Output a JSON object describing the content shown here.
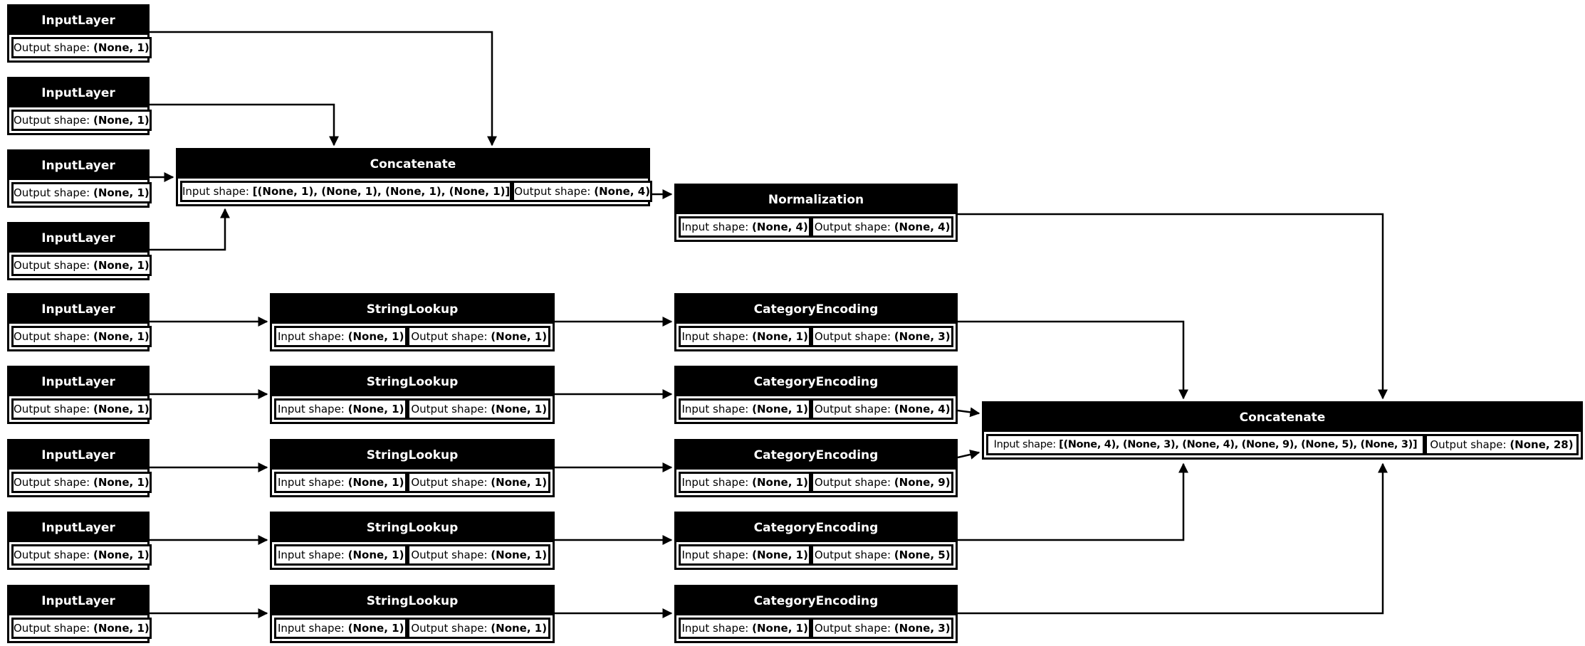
{
  "diagram": {
    "kind": "keras-model-architecture",
    "colors": {
      "node_fill": "#000000",
      "node_title_text": "#ffffff",
      "cell_fill": "#ffffff",
      "cell_text": "#000000",
      "edge_color": "#000000",
      "background": "#ffffff"
    },
    "nodes": {
      "il1": {
        "title": "InputLayer",
        "cells": [
          {
            "label": "Output shape: ",
            "value": "(None, 1)"
          }
        ]
      },
      "il2": {
        "title": "InputLayer",
        "cells": [
          {
            "label": "Output shape: ",
            "value": "(None, 1)"
          }
        ]
      },
      "il3": {
        "title": "InputLayer",
        "cells": [
          {
            "label": "Output shape: ",
            "value": "(None, 1)"
          }
        ]
      },
      "il4": {
        "title": "InputLayer",
        "cells": [
          {
            "label": "Output shape: ",
            "value": "(None, 1)"
          }
        ]
      },
      "il5": {
        "title": "InputLayer",
        "cells": [
          {
            "label": "Output shape: ",
            "value": "(None, 1)"
          }
        ]
      },
      "il6": {
        "title": "InputLayer",
        "cells": [
          {
            "label": "Output shape: ",
            "value": "(None, 1)"
          }
        ]
      },
      "il7": {
        "title": "InputLayer",
        "cells": [
          {
            "label": "Output shape: ",
            "value": "(None, 1)"
          }
        ]
      },
      "il8": {
        "title": "InputLayer",
        "cells": [
          {
            "label": "Output shape: ",
            "value": "(None, 1)"
          }
        ]
      },
      "il9": {
        "title": "InputLayer",
        "cells": [
          {
            "label": "Output shape: ",
            "value": "(None, 1)"
          }
        ]
      },
      "c1": {
        "title": "Concatenate",
        "cells": [
          {
            "label": "Input shape: ",
            "value": "[(None, 1), (None, 1), (None, 1), (None, 1)]"
          },
          {
            "label": "Output shape: ",
            "value": "(None, 4)"
          }
        ]
      },
      "norm": {
        "title": "Normalization",
        "cells": [
          {
            "label": "Input shape: ",
            "value": "(None, 4)"
          },
          {
            "label": "Output shape: ",
            "value": "(None, 4)"
          }
        ]
      },
      "sl1": {
        "title": "StringLookup",
        "cells": [
          {
            "label": "Input shape: ",
            "value": "(None, 1)"
          },
          {
            "label": "Output shape: ",
            "value": "(None, 1)"
          }
        ]
      },
      "sl2": {
        "title": "StringLookup",
        "cells": [
          {
            "label": "Input shape: ",
            "value": "(None, 1)"
          },
          {
            "label": "Output shape: ",
            "value": "(None, 1)"
          }
        ]
      },
      "sl3": {
        "title": "StringLookup",
        "cells": [
          {
            "label": "Input shape: ",
            "value": "(None, 1)"
          },
          {
            "label": "Output shape: ",
            "value": "(None, 1)"
          }
        ]
      },
      "sl4": {
        "title": "StringLookup",
        "cells": [
          {
            "label": "Input shape: ",
            "value": "(None, 1)"
          },
          {
            "label": "Output shape: ",
            "value": "(None, 1)"
          }
        ]
      },
      "sl5": {
        "title": "StringLookup",
        "cells": [
          {
            "label": "Input shape: ",
            "value": "(None, 1)"
          },
          {
            "label": "Output shape: ",
            "value": "(None, 1)"
          }
        ]
      },
      "ce1": {
        "title": "CategoryEncoding",
        "cells": [
          {
            "label": "Input shape: ",
            "value": "(None, 1)"
          },
          {
            "label": "Output shape: ",
            "value": "(None, 3)"
          }
        ]
      },
      "ce2": {
        "title": "CategoryEncoding",
        "cells": [
          {
            "label": "Input shape: ",
            "value": "(None, 1)"
          },
          {
            "label": "Output shape: ",
            "value": "(None, 4)"
          }
        ]
      },
      "ce3": {
        "title": "CategoryEncoding",
        "cells": [
          {
            "label": "Input shape: ",
            "value": "(None, 1)"
          },
          {
            "label": "Output shape: ",
            "value": "(None, 9)"
          }
        ]
      },
      "ce4": {
        "title": "CategoryEncoding",
        "cells": [
          {
            "label": "Input shape: ",
            "value": "(None, 1)"
          },
          {
            "label": "Output shape: ",
            "value": "(None, 5)"
          }
        ]
      },
      "ce5": {
        "title": "CategoryEncoding",
        "cells": [
          {
            "label": "Input shape: ",
            "value": "(None, 1)"
          },
          {
            "label": "Output shape: ",
            "value": "(None, 3)"
          }
        ]
      },
      "c2": {
        "title": "Concatenate",
        "cells": [
          {
            "label": "Input shape: ",
            "value": "[(None, 4), (None, 3), (None, 4), (None, 9), (None, 5), (None, 3)]"
          },
          {
            "label": "Output shape: ",
            "value": "(None, 28)"
          }
        ]
      }
    }
  }
}
